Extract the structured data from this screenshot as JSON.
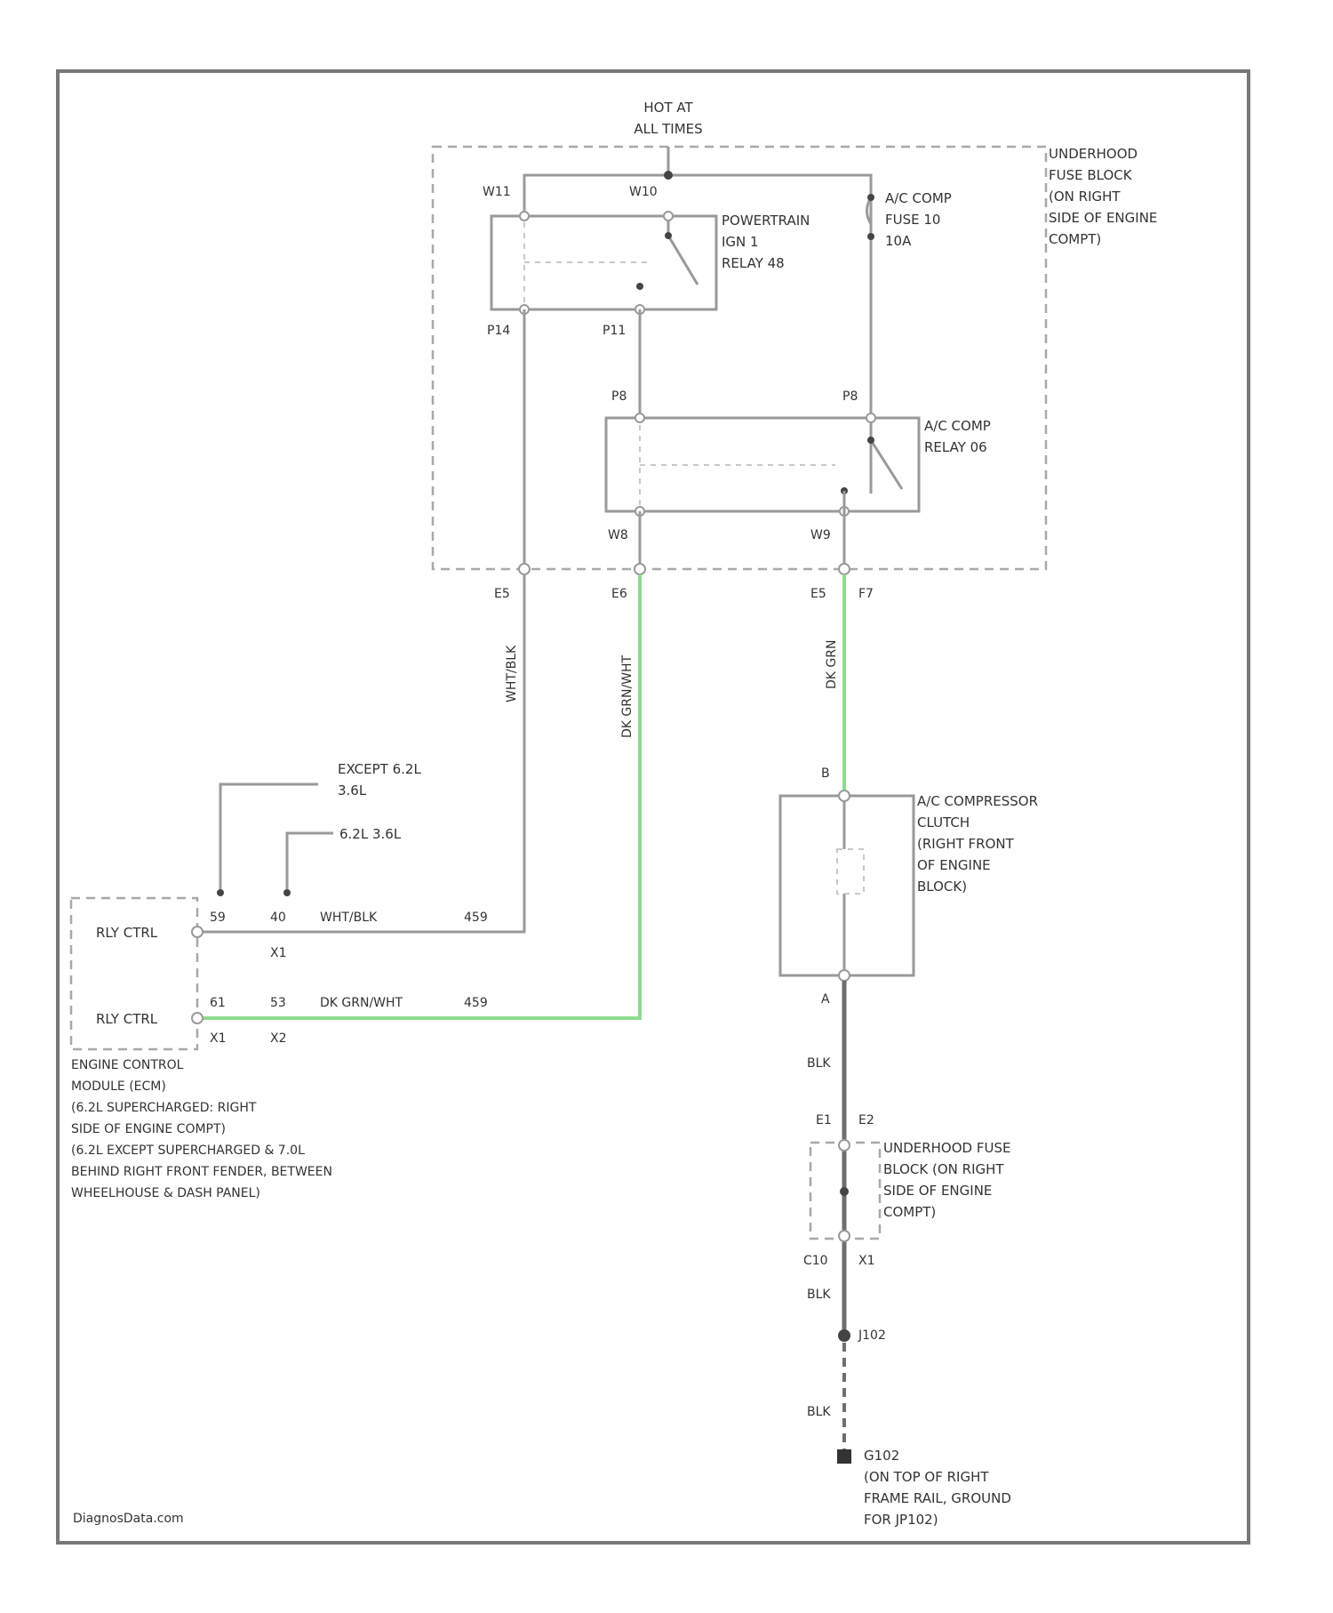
{
  "title": {
    "hot_line1": "HOT AT",
    "hot_line2": "ALL TIMES"
  },
  "fuse_block": {
    "lines": [
      "UNDERHOOD",
      "FUSE BLOCK",
      "(ON RIGHT",
      "SIDE OF ENGINE",
      "COMPT)"
    ]
  },
  "powertrain_relay": {
    "lines": [
      "POWERTRAIN",
      "IGN 1",
      "RELAY 48"
    ],
    "pin_top_left": "W11",
    "pin_top_right": "W10",
    "pin_bottom_left": "P14",
    "pin_bottom_right": "P11"
  },
  "ac_fuse": {
    "lines": [
      "A/C COMP",
      "FUSE 10",
      "10A"
    ]
  },
  "ac_relay": {
    "lines": [
      "A/C COMP",
      "RELAY 06"
    ],
    "pin_top_left": "P8",
    "pin_top_right": "P8",
    "pin_bottom_left": "W8",
    "pin_bottom_right": "W9"
  },
  "connectors": {
    "e_left": "E5",
    "e_mid": "E6",
    "e_right": "E5",
    "f_right": "F7"
  },
  "wires": {
    "wht_blk": "WHT/BLK",
    "dk_grn_wht": "DK GRN/WHT",
    "dk_grn": "DK GRN",
    "blk": "BLK"
  },
  "ecm": {
    "except_label_line1": "EXCEPT 6.2L",
    "except_label_line2": "3.6L",
    "v62_label": "6.2L 3.6L",
    "rly_ctrl_1": "RLY CTRL",
    "rly_ctrl_2": "RLY CTRL",
    "pin_59": "59",
    "pin_40": "40",
    "pin_61": "61",
    "pin_53": "53",
    "c_x1_top": "X1",
    "c_x1_bottom": "X1",
    "c_x2": "X2",
    "circuit_top": "459",
    "circuit_bottom": "459",
    "wire_top": "WHT/BLK",
    "wire_bottom": "DK GRN/WHT",
    "caption": [
      "ENGINE CONTROL",
      "MODULE (ECM)",
      "(6.2L SUPERCHARGED: RIGHT",
      "SIDE OF ENGINE COMPT)",
      "(6.2L EXCEPT SUPERCHARGED & 7.0L",
      "BEHIND RIGHT FRONT FENDER, BETWEEN",
      "WHEELHOUSE & DASH PANEL)"
    ]
  },
  "compressor": {
    "pin_b": "B",
    "pin_a": "A",
    "lines": [
      "A/C COMPRESSOR",
      "CLUTCH",
      "(RIGHT FRONT",
      "OF ENGINE",
      "BLOCK)"
    ]
  },
  "ground_block": {
    "e_left": "E1",
    "e_right": "E2",
    "c_left": "C10",
    "c_right": "X1",
    "lines": [
      "UNDERHOOD FUSE",
      "BLOCK (ON RIGHT",
      "SIDE OF ENGINE",
      "COMPT)"
    ]
  },
  "splice": {
    "label": "J102"
  },
  "ground": {
    "lines": [
      "G102",
      "(ON TOP OF RIGHT",
      "FRAME RAIL, GROUND",
      "FOR JP102)"
    ]
  },
  "watermark": "DiagnosData.com",
  "colors": {
    "green_wire": "#8edb8e",
    "gray_wire": "#9a9a9a",
    "dark_wire": "#6e6e6e"
  }
}
